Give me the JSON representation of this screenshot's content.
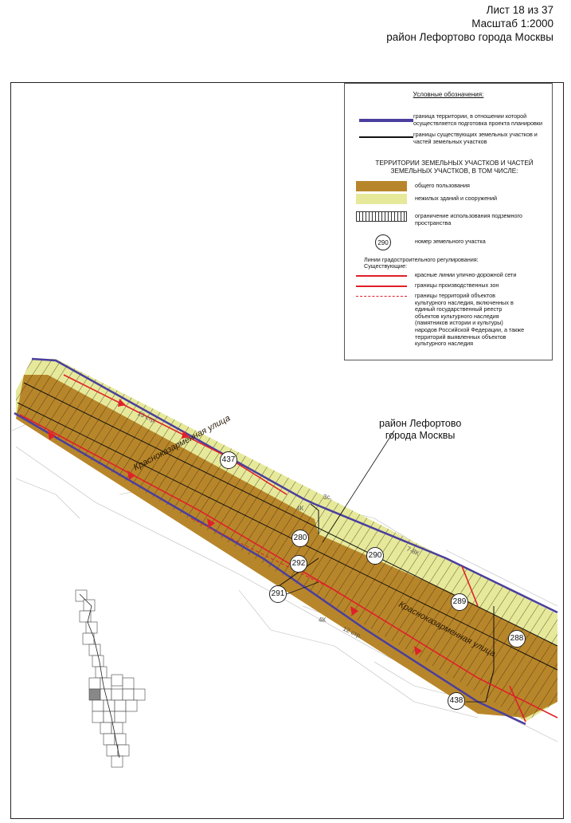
{
  "header": {
    "sheet": "Лист 18 из 37",
    "scale": "Масштаб 1:2000",
    "district": "район Лефортово города Москвы"
  },
  "legend": {
    "title": "Условные обозначения:",
    "boundary_planning": "граница территории, в отношении которой осуществляется подготовка проекта планировки",
    "boundary_parcels": "границы существующих земельных участков и частей земельных участков",
    "section_title": "ТЕРРИТОРИИ ЗЕМЕЛЬНЫХ УЧАСТКОВ И ЧАСТЕЙ ЗЕМЕЛЬНЫХ УЧАСТКОВ, В ТОМ ЧИСЛЕ:",
    "public_use": "общего пользования",
    "non_residential": "нежилых зданий и сооружений",
    "underground": "ограничение использования подземного пространства",
    "parcel_number_sample": "290",
    "parcel_number": "номер земельного участка",
    "lines_title": "Линии градостроительного регулирования:",
    "existing": "Существующие:",
    "red_lines": "красные линии улично-дорожной сети",
    "industrial": "границы производственных зон",
    "heritage": "границы территорий объектов культурного наследия, включенных в единый государственный реестр объектов культурного наследия (памятников истории и культуры) народов Российской Федерации, а также территорий выявленных объектов культурного наследия",
    "colors": {
      "planning_boundary": "#4a3f9e",
      "public_use": "#b8862a",
      "non_residential": "#e6e99a",
      "red_line": "#e0202a"
    }
  },
  "map": {
    "district_label_line1": "район Лефортово",
    "district_label_line2": "города Москвы",
    "parcels": [
      "437",
      "280",
      "292",
      "290",
      "291",
      "289",
      "288",
      "438"
    ],
    "street_labels": [
      "Красноказарменная улица",
      "Красноказарменная улица"
    ],
    "building_labels": [
      "13 стр.",
      "3с.",
      "4К",
      "7-8К",
      "12 стр.",
      "4К"
    ]
  }
}
